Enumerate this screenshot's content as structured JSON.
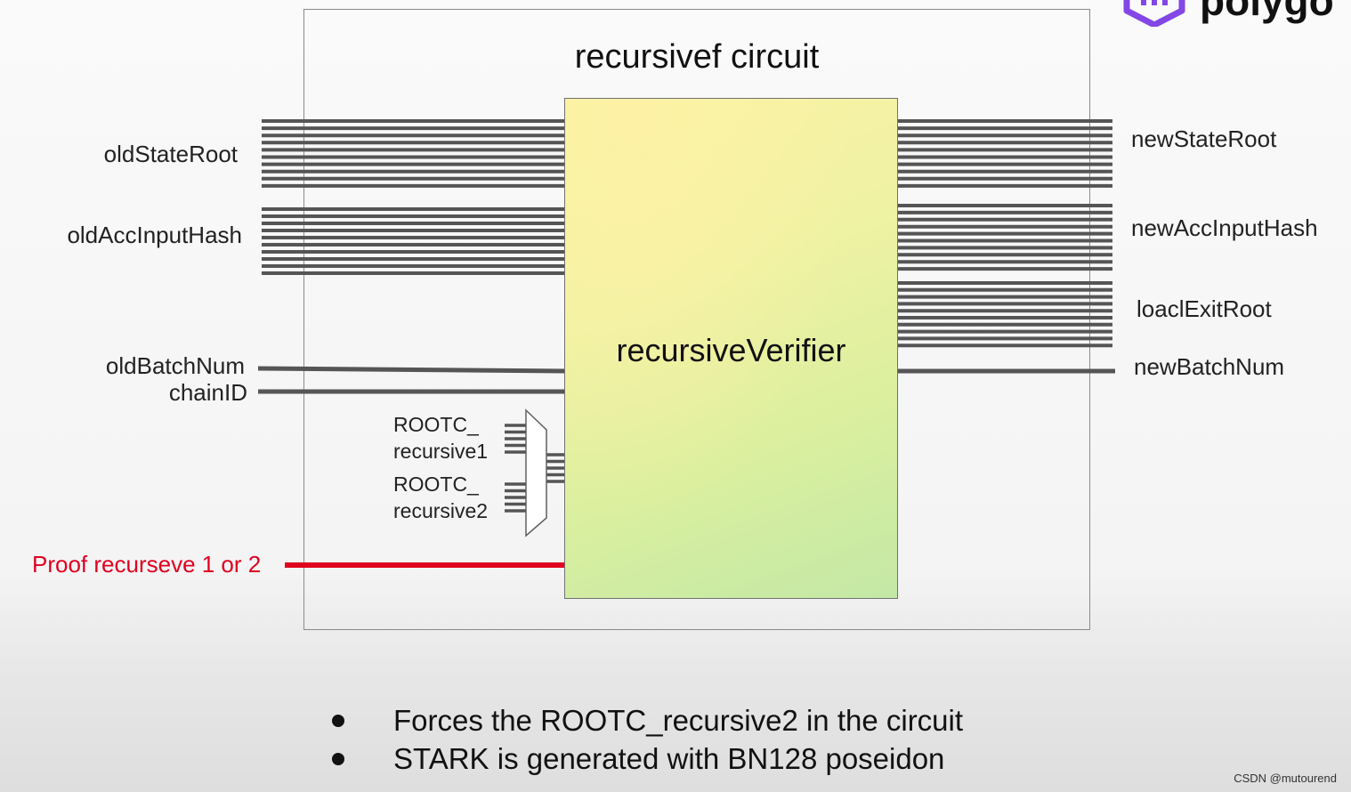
{
  "diagram": {
    "title": "recursivef circuit",
    "core_label": "recursiveVerifier",
    "inputs": {
      "old_state_root": "oldStateRoot",
      "old_acc_input_hash": "oldAccInputHash",
      "old_batch_num": "oldBatchNum",
      "chain_id": "chainID",
      "rootc_recursive1": "ROOTC_\nrecursive1",
      "rootc_recursive2": "ROOTC_\nrecursive2",
      "proof_select": "Proof recurseve 1 or 2"
    },
    "outputs": {
      "new_state_root": "newStateRoot",
      "new_acc_input_hash": "newAccInputHash",
      "local_exit_root": "loaclExitRoot",
      "new_batch_num": "newBatchNum"
    },
    "colors": {
      "bus": "#555555",
      "proof_line": "#e00020",
      "logo": "#8247e5"
    }
  },
  "bullets": [
    "Forces the ROOTC_recursive2 in the circuit",
    "STARK is generated with BN128 poseidon"
  ],
  "logo_text": "polygo",
  "watermark": "CSDN @mutourend"
}
